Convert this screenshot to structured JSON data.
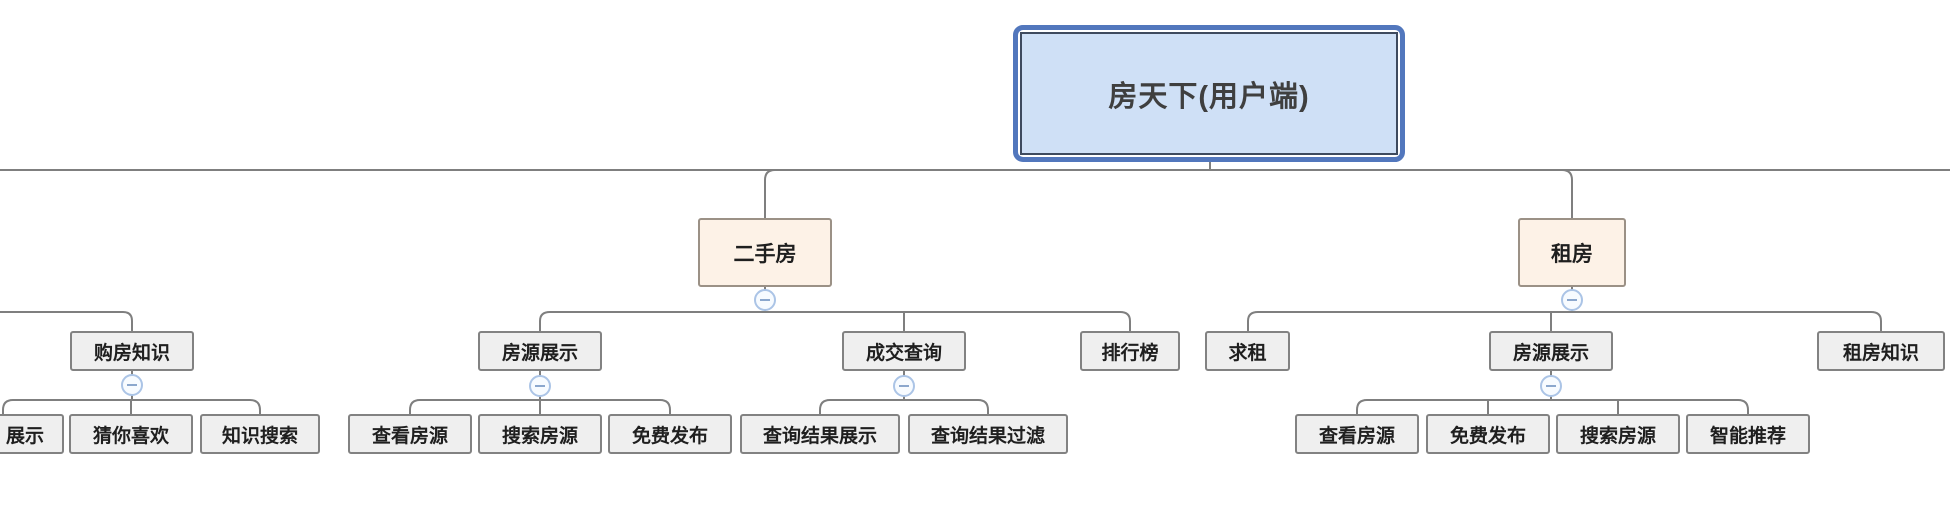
{
  "colors": {
    "root_fill": "#cfe0f6",
    "root_border": "#5277bd",
    "root_inner_border": "#3e4a5e",
    "root_text": "#3f3f3f",
    "branch_fill": "#fdf2e7",
    "branch_border": "#9b9186",
    "node_fill": "#efefef",
    "node_border": "#828282",
    "line": "#7f7f7f",
    "collapse_border": "#abc4e6",
    "collapse_fill": "#f7fbff",
    "collapse_glyph": "#8ba7cd",
    "text": "#1f1f1f"
  },
  "tree": {
    "root": {
      "label": "房天下(用户端)"
    },
    "second_hand": {
      "label": "二手房",
      "listing": {
        "label": "房源展示",
        "children": [
          "查看房源",
          "搜索房源",
          "免费发布"
        ]
      },
      "deal_query": {
        "label": "成交查询",
        "children": [
          "查询结果展示",
          "查询结果过滤"
        ]
      },
      "ranking": {
        "label": "排行榜"
      }
    },
    "rent": {
      "label": "租房",
      "seek": {
        "label": "求租"
      },
      "listing": {
        "label": "房源展示",
        "children": [
          "查看房源",
          "免费发布",
          "搜索房源",
          "智能推荐"
        ]
      },
      "knowledge": {
        "label": "租房知识"
      }
    },
    "buy_knowledge": {
      "label": "购房知识",
      "children": [
        "展示",
        "猜你喜欢",
        "知识搜索"
      ]
    }
  },
  "icons": {
    "collapse": "minus-in-circle"
  }
}
